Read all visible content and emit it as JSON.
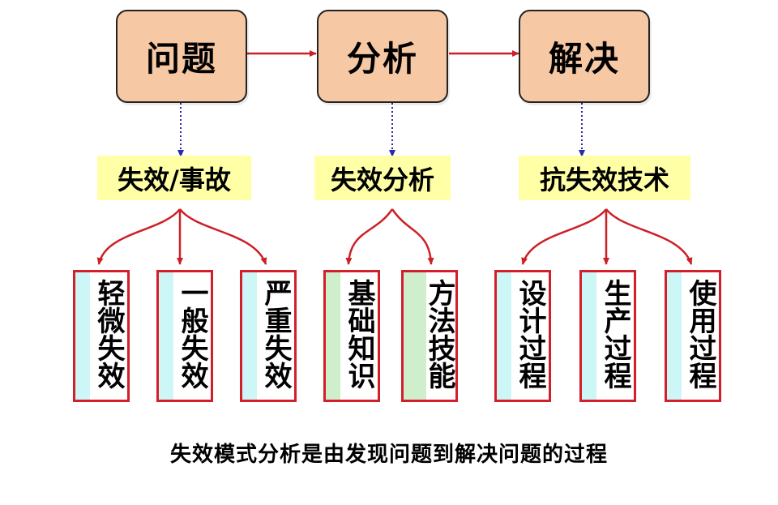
{
  "stages": [
    {
      "label": "问题"
    },
    {
      "label": "分析"
    },
    {
      "label": "解决"
    }
  ],
  "categories": [
    {
      "label": "失效/事故"
    },
    {
      "label": "失效分析"
    },
    {
      "label": "抗失效技术"
    }
  ],
  "leaves": [
    {
      "label": "轻微失效"
    },
    {
      "label": "一般失效"
    },
    {
      "label": "严重失效"
    },
    {
      "label": "基础知识"
    },
    {
      "label": "方法技能"
    },
    {
      "label": "设计过程"
    },
    {
      "label": "生产过程"
    },
    {
      "label": "使用过程"
    }
  ],
  "caption": "失效模式分析是由发现问题到解决问题的过程",
  "colors": {
    "stage_fill": "#f7c8a4",
    "category_fill": "#ffffa6",
    "leaf_border": "#d21f2a",
    "leaf_fill_blue": "#cdf6f7",
    "leaf_fill_green": "#cfeecb",
    "arrow_red": "#cc2027",
    "arrow_blue": "#2a2aa8"
  }
}
